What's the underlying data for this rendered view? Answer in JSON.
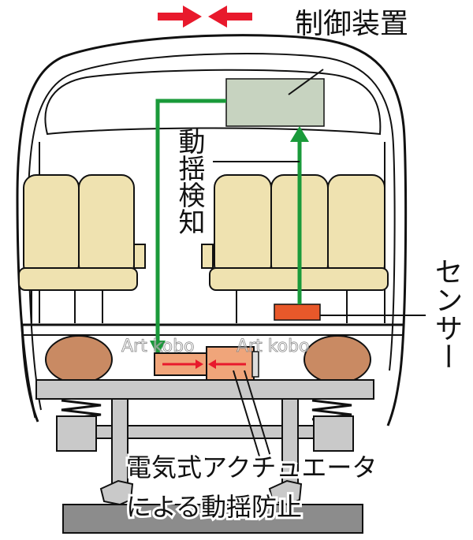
{
  "labels": {
    "control_device": "制御装置",
    "vibration_detection": "動揺検知",
    "sensor": "センサー",
    "actuator_line1": "電気式アクチュエータ",
    "actuator_line2": "による動揺防止",
    "watermark_1": "Art kobo",
    "watermark_2": "Art kobo"
  },
  "colors": {
    "arrow_red": "#e8192c",
    "signal_green": "#1a9a3a",
    "control_box_fill": "#c7d3c0",
    "sensor_fill": "#e8582a",
    "seat_fill": "#efe2b0",
    "wheel_fill": "#c98a63",
    "frame_gray": "#c9c9c9",
    "actuator_fill": "#f0a57a"
  },
  "icons": [
    "compression-arrows-icon"
  ]
}
